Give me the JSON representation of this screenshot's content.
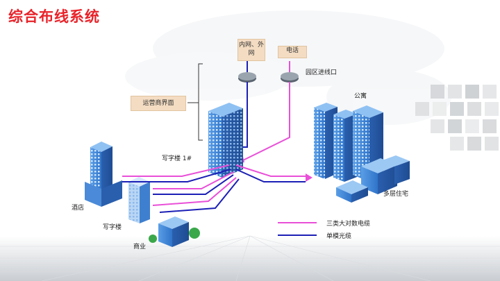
{
  "title": "综合布线系统",
  "labels": {
    "intranet": "内网、外网",
    "phone": "电话",
    "campus_entry": "园区进线口",
    "operator_interface": "运营商界面",
    "office_1": "写字楼 1#",
    "apartment": "公寓",
    "hotel": "酒店",
    "office": "写字楼",
    "commercial": "商业",
    "residential": "多层住宅"
  },
  "legend": [
    {
      "label": "三类大对数电缆",
      "color": "#e94fd8"
    },
    {
      "label": "单模光缆",
      "color": "#1b1fb5"
    }
  ],
  "colors": {
    "title": "#e8232a",
    "pink_cable": "#e94fd8",
    "blue_cable": "#1b1fb5"
  }
}
